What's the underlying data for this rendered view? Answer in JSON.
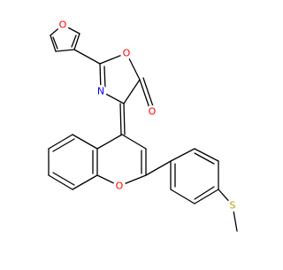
{
  "molecule": {
    "atoms": {
      "O_furan": "O",
      "O_oxazolone_ring": "O",
      "N_oxazolone": "N",
      "O_carbonyl": "O",
      "O_chromene": "O",
      "S_thioether": "S"
    },
    "colors": {
      "bond": "#000000",
      "oxygen": "#ff0000",
      "nitrogen": "#0000ff",
      "sulfur": "#b3a300"
    }
  }
}
